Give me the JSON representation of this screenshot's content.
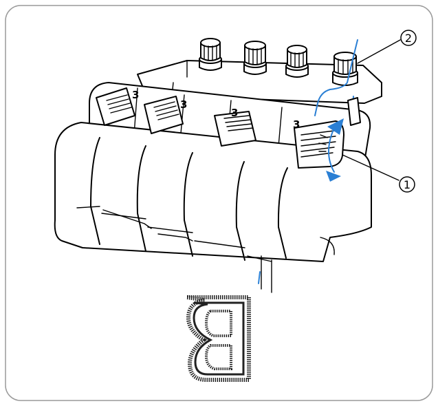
{
  "colors": {
    "thread": "#2a7fd4",
    "arrow": "#2a7fd4",
    "outline": "#000000",
    "frame_border": "#9a9a9a"
  },
  "dials": [
    {
      "id": "dial-1",
      "setting": "3"
    },
    {
      "id": "dial-2",
      "setting": "3"
    },
    {
      "id": "dial-3",
      "setting": "3"
    },
    {
      "id": "dial-4",
      "setting": "3"
    }
  ],
  "callouts": [
    {
      "id": "callout-1",
      "label": "1"
    },
    {
      "id": "callout-2",
      "label": "2"
    }
  ],
  "icons": {
    "rotation_arrow": "curved-double-arrow-icon",
    "stitch_sample": "letter-b-stitch-icon"
  }
}
